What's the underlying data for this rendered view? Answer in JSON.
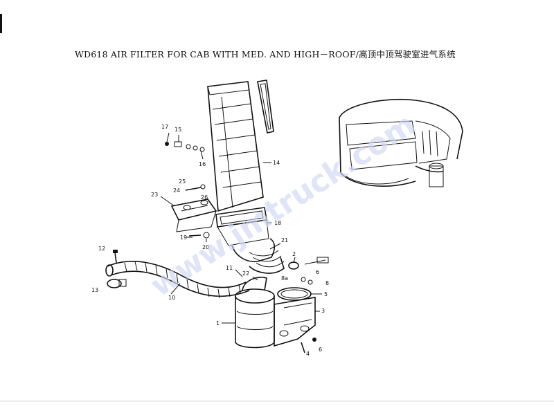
{
  "title": "WD618 AIR FILTER FOR CAB WITH MED. AND HIGH－ROOF/高顶中顶驾驶室进气系统",
  "watermark": "www.jmtruck.com",
  "part_labels": {
    "p1": "1",
    "p2": "2",
    "p3": "3",
    "p4": "4",
    "p5": "5",
    "p6": "6",
    "p6b": "6",
    "p8": "8",
    "p8a": "8a",
    "p10": "10",
    "p11": "11",
    "p12": "12",
    "p13": "13",
    "p14": "14",
    "p15": "15",
    "p16": "16",
    "p17": "17",
    "p18": "18",
    "p19": "19",
    "p20": "20",
    "p21": "21",
    "p22": "22",
    "p23": "23",
    "p24": "24",
    "p25": "25",
    "p26": "26"
  },
  "colors": {
    "ink": "#111111",
    "watermark": "#cfd6f2",
    "background": "#ffffff"
  }
}
